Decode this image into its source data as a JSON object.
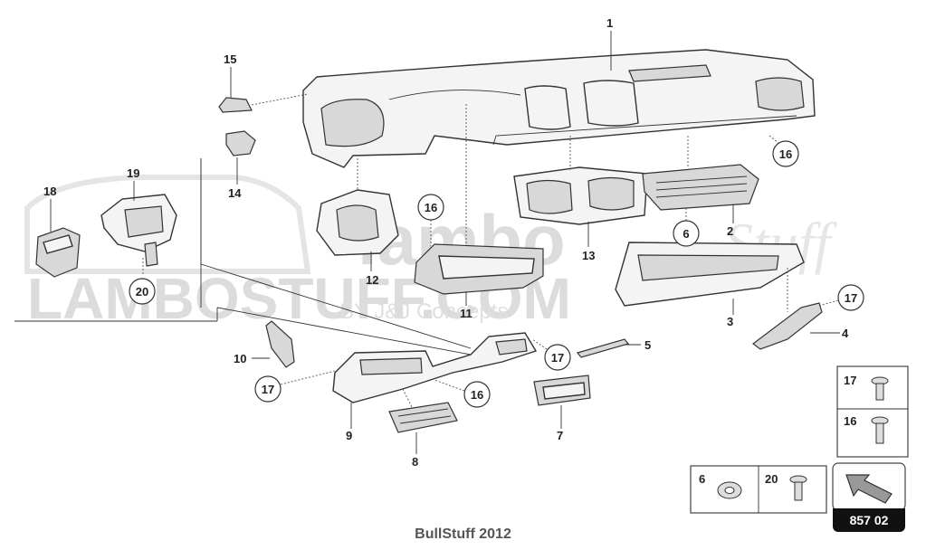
{
  "watermark": {
    "brand": "lambo",
    "stuff": "Stuff",
    "site": "LAMBOSTUFF.COM",
    "tagline": "BY J&J Concepts"
  },
  "labels": {
    "p1": "1",
    "p2": "2",
    "p3": "3",
    "p4": "4",
    "p5": "5",
    "p6": "6",
    "p7": "7",
    "p8": "8",
    "p9": "9",
    "p10": "10",
    "p11": "11",
    "p12": "12",
    "p13": "13",
    "p14": "14",
    "p15": "15",
    "p18": "18",
    "p19": "19"
  },
  "callouts": {
    "c16a": "16",
    "c16b": "16",
    "c16c": "16",
    "c17a": "17",
    "c17b": "17",
    "c17c": "17",
    "c20": "20",
    "c6": "6"
  },
  "legend": {
    "screw17": "17",
    "screw16": "16",
    "washer6": "6",
    "screw20": "20",
    "page_code": "857 02"
  },
  "footer": "BullStuff 2012"
}
